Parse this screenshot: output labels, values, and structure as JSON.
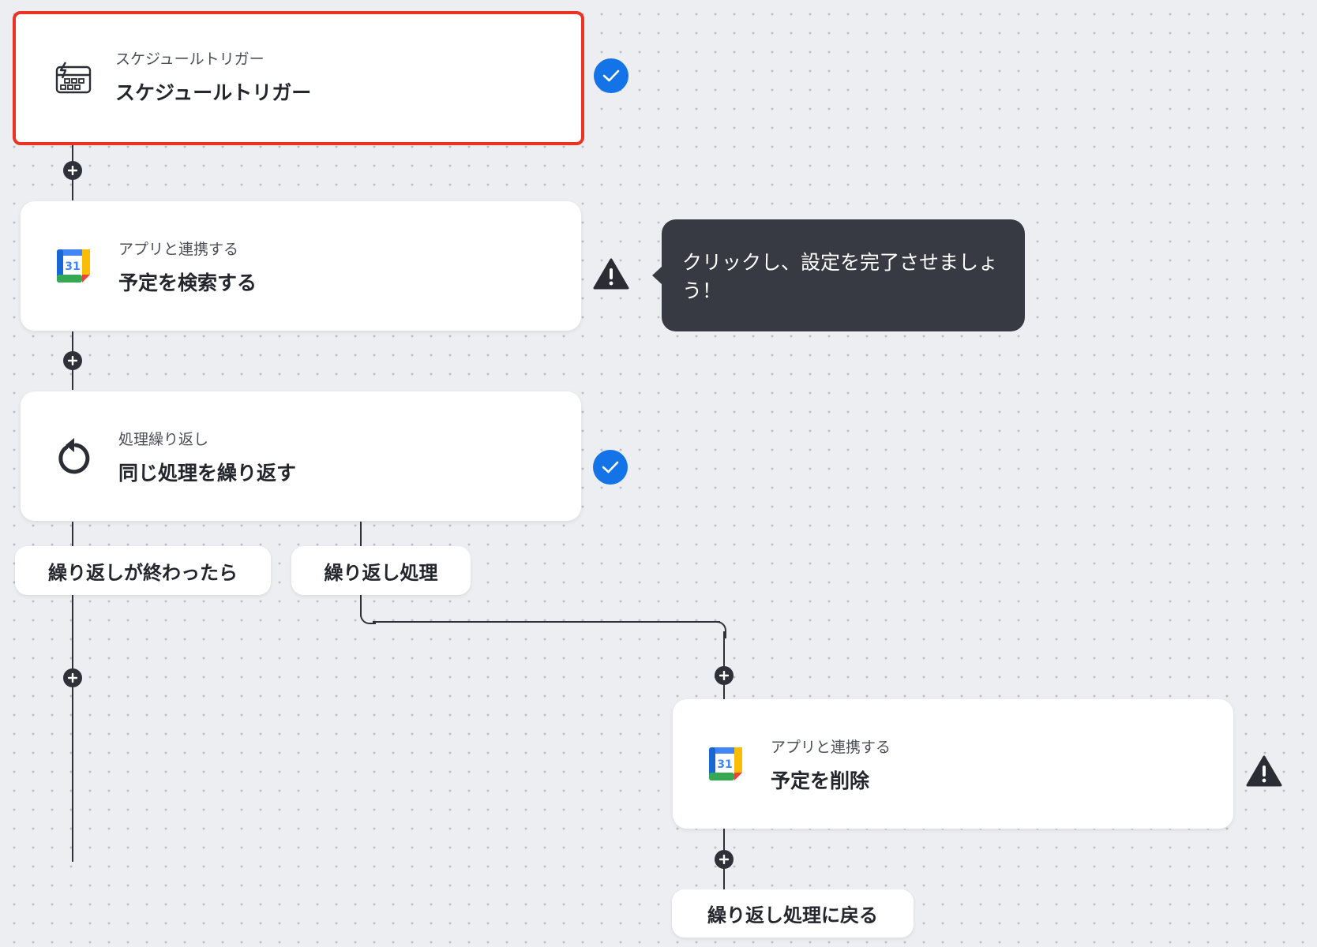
{
  "nodes": {
    "trigger": {
      "subtitle": "スケジュールトリガー",
      "title": "スケジュールトリガー",
      "icon": "schedule-trigger-icon",
      "status": "complete"
    },
    "search": {
      "subtitle": "アプリと連携する",
      "title": "予定を検索する",
      "icon": "google-calendar-icon",
      "status": "warning"
    },
    "loop": {
      "subtitle": "処理繰り返し",
      "title": "同じ処理を繰り返す",
      "icon": "repeat-icon",
      "status": "complete"
    },
    "delete": {
      "subtitle": "アプリと連携する",
      "title": "予定を削除",
      "icon": "google-calendar-icon",
      "status": "warning"
    }
  },
  "tooltip": {
    "text": "クリックし、設定を完了させましょう！"
  },
  "branches": {
    "after_loop": "繰り返しが終わったら",
    "loop_body": "繰り返し処理",
    "back_to_loop": "繰り返し処理に戻る"
  },
  "calendar_icon_text": "31",
  "colors": {
    "accent": "#1473e6",
    "selected_border": "#ea3323",
    "connector": "#2e3238",
    "tooltip_bg": "#373a42"
  }
}
